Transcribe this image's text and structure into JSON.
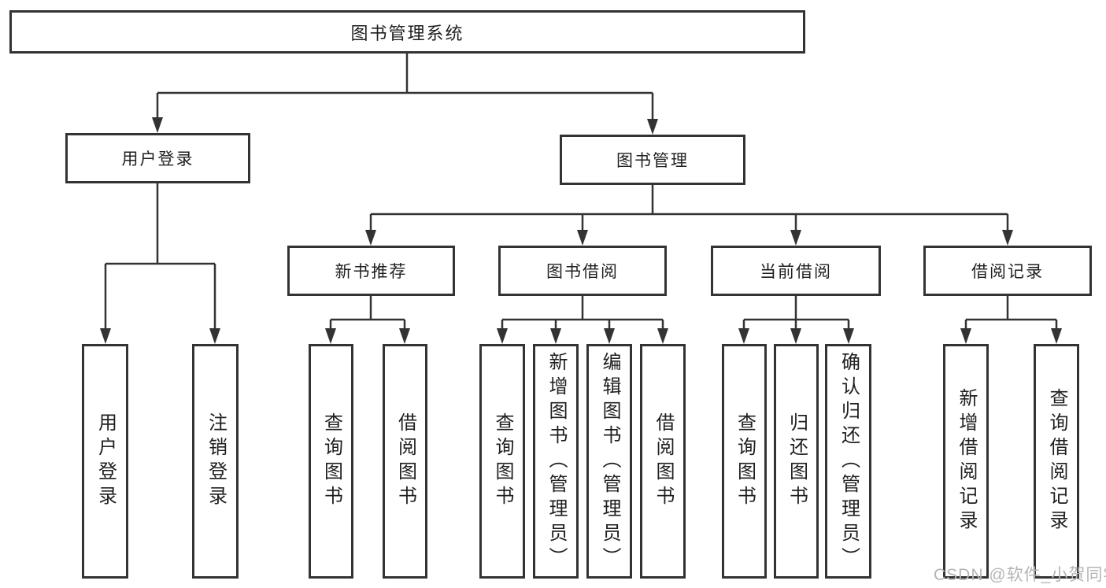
{
  "tree": {
    "root": {
      "label": "图书管理系统",
      "children": [
        {
          "label": "用户登录",
          "children": [
            {
              "label": "用户登录"
            },
            {
              "label": "注销登录"
            }
          ]
        },
        {
          "label": "图书管理",
          "children": [
            {
              "label": "新书推荐",
              "children": [
                {
                  "label": "查询图书"
                },
                {
                  "label": "借阅图书"
                }
              ]
            },
            {
              "label": "图书借阅",
              "children": [
                {
                  "label": "查询图书"
                },
                {
                  "label": "新增图书（管理员）"
                },
                {
                  "label": "编辑图书（管理员）"
                },
                {
                  "label": "借阅图书"
                }
              ]
            },
            {
              "label": "当前借阅",
              "children": [
                {
                  "label": "查询图书"
                },
                {
                  "label": "归还图书"
                },
                {
                  "label": "确认归还（管理员）"
                }
              ]
            },
            {
              "label": "借阅记录",
              "children": [
                {
                  "label": "新增借阅记录"
                },
                {
                  "label": "查询借阅记录"
                }
              ]
            }
          ]
        }
      ]
    }
  },
  "watermark": "CSDN @软件_小贺同学",
  "colors": {
    "line": "#333333",
    "text": "#1f1f1f",
    "watermark": "#b5b5b5",
    "background": "#ffffff"
  }
}
